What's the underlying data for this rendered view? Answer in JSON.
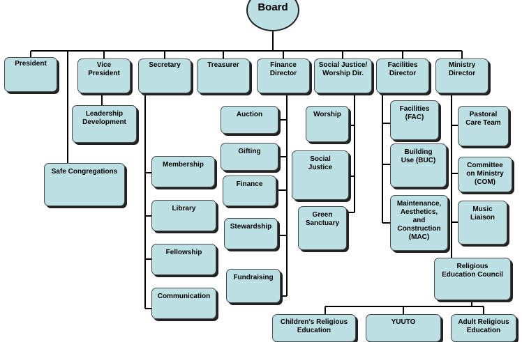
{
  "board": {
    "label": "Board"
  },
  "nodes": {
    "president": "President",
    "vice_president": "Vice President",
    "secretary": "Secretary",
    "treasurer": "Treasurer",
    "finance_director": "Finance\nDirector",
    "social_justice_worship_dir": "Social Justice/\nWorship Dir.",
    "facilities_director": "Facilities\nDirector",
    "ministry_director": "Ministry\nDirector",
    "leadership_development": "Leadership\nDevelopment",
    "safe_congregations": "Safe Congregations",
    "membership": "Membership",
    "library": "Library",
    "fellowship": "Fellowship",
    "communication": "Communication",
    "auction": "Auction",
    "gifting": "Gifting",
    "finance": "Finance",
    "stewardship": "Stewardship",
    "fundraising": "Fundraising",
    "worship": "Worship",
    "social_justice": "Social\nJustice",
    "green_sanctuary": "Green\nSanctuary",
    "facilities_fac": "Facilities\n(FAC)",
    "building_use": "Building\nUse (BUC)",
    "mac": "Maintenance,\nAesthetics,\nand\nConstruction\n(MAC)",
    "pastoral_care": "Pastoral\nCare Team",
    "committee_on_ministry": "Committee\non Ministry\n(COM)",
    "music_liaison": "Music\nLiaison",
    "religious_education_council": "Religious\nEducation Council",
    "childrens_religious_education": "Children's Religious\nEducation",
    "yuuto": "YUUTO",
    "adult_religious_education": "Adult Religious\nEducation"
  },
  "colors": {
    "box_fill": "#bde0e4",
    "line": "#000000",
    "shadow": "#222222"
  }
}
